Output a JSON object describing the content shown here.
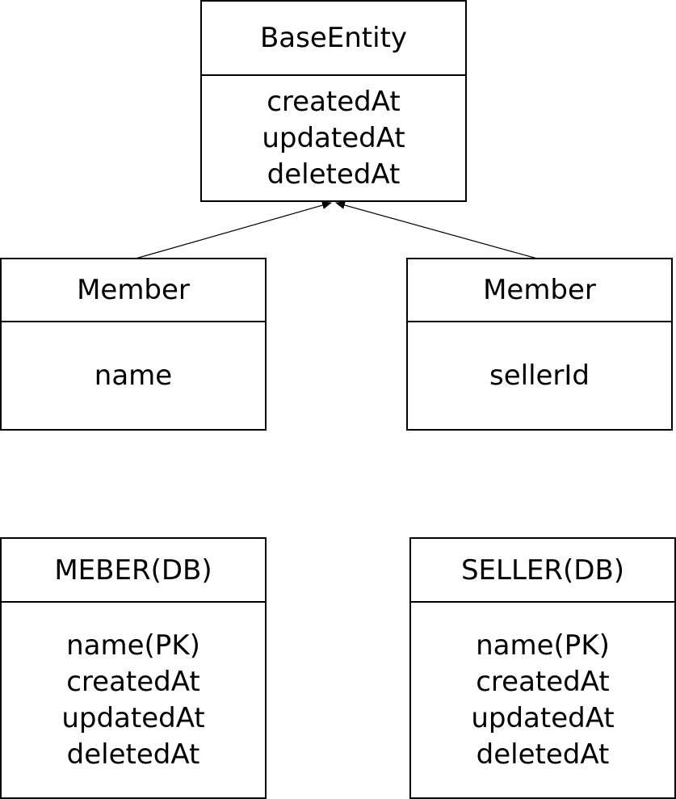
{
  "diagram": {
    "base_entity": {
      "title": "BaseEntity",
      "fields": [
        "createdAt",
        "updatedAt",
        "deletedAt"
      ]
    },
    "member_entity": {
      "title": "Member",
      "fields": [
        "name"
      ]
    },
    "seller_entity": {
      "title": "Member",
      "fields": [
        "sellerId"
      ]
    },
    "member_table": {
      "title": "MEBER(DB)",
      "fields": [
        "name(PK)",
        "createdAt",
        "updatedAt",
        "deletedAt"
      ]
    },
    "seller_table": {
      "title": "SELLER(DB)",
      "fields": [
        "name(PK)",
        "createdAt",
        "updatedAt",
        "deletedAt"
      ]
    },
    "line_color": "#000000"
  }
}
